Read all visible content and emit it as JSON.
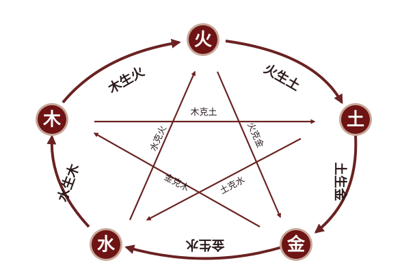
{
  "colors": {
    "node_fill": "#6e1414",
    "node_ring": "#c8a89a",
    "arrow": "#6a2222",
    "label": "#2a1a1a",
    "background": "#ffffff"
  },
  "elements": {
    "fire": "火",
    "earth": "土",
    "metal": "金",
    "water": "水",
    "wood": "木"
  },
  "generating": {
    "wood_fire": "木生火",
    "fire_earth": "火生土",
    "earth_metal": "土生金",
    "metal_water": "金生水",
    "water_wood": "水生木"
  },
  "controlling": {
    "wood_earth": "木克土",
    "fire_metal": "火克金",
    "earth_water": "土克水",
    "metal_wood": "金克木",
    "water_fire": "水克火"
  }
}
